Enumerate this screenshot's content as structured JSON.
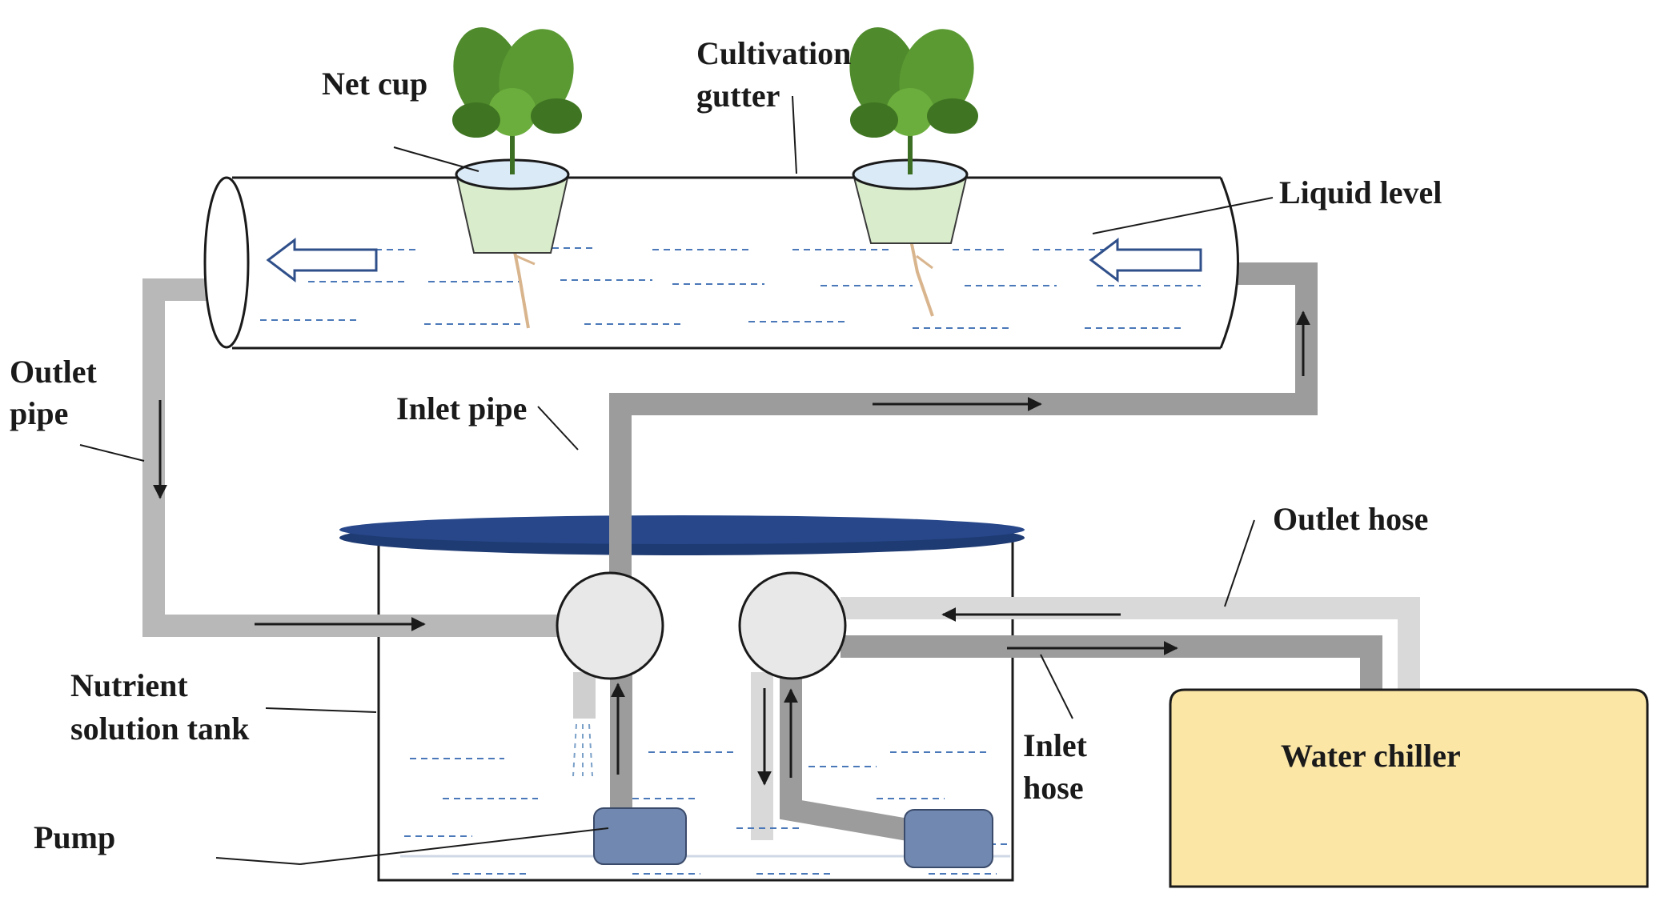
{
  "labels": {
    "net_cup": "Net cup",
    "cultivation_gutter_line1": "Cultivation",
    "cultivation_gutter_line2": "gutter",
    "liquid_level": "Liquid level",
    "outlet_pipe_line1": "Outlet",
    "outlet_pipe_line2": "pipe",
    "inlet_pipe": "Inlet pipe",
    "outlet_hose": "Outlet hose",
    "nutrient_tank_line1": "Nutrient",
    "nutrient_tank_line2": "solution tank",
    "inlet_hose_line1": "Inlet",
    "inlet_hose_line2": "hose",
    "pump": "Pump",
    "water_chiller": "Water chiller"
  },
  "colors": {
    "gutter_stroke": "#1a1a1a",
    "pipe_gray": "#a6a6a6",
    "pipe_light": "#d6d6d6",
    "tank_lid": "#1f3b73",
    "pump_fill": "#7189b0",
    "chiller_fill": "#fbe6a6",
    "water_dash": "#4a78b8",
    "leaf_green": "#4f8a2c",
    "cup_fill": "#d6ecd0",
    "valve_fill": "#e8e8e8"
  }
}
